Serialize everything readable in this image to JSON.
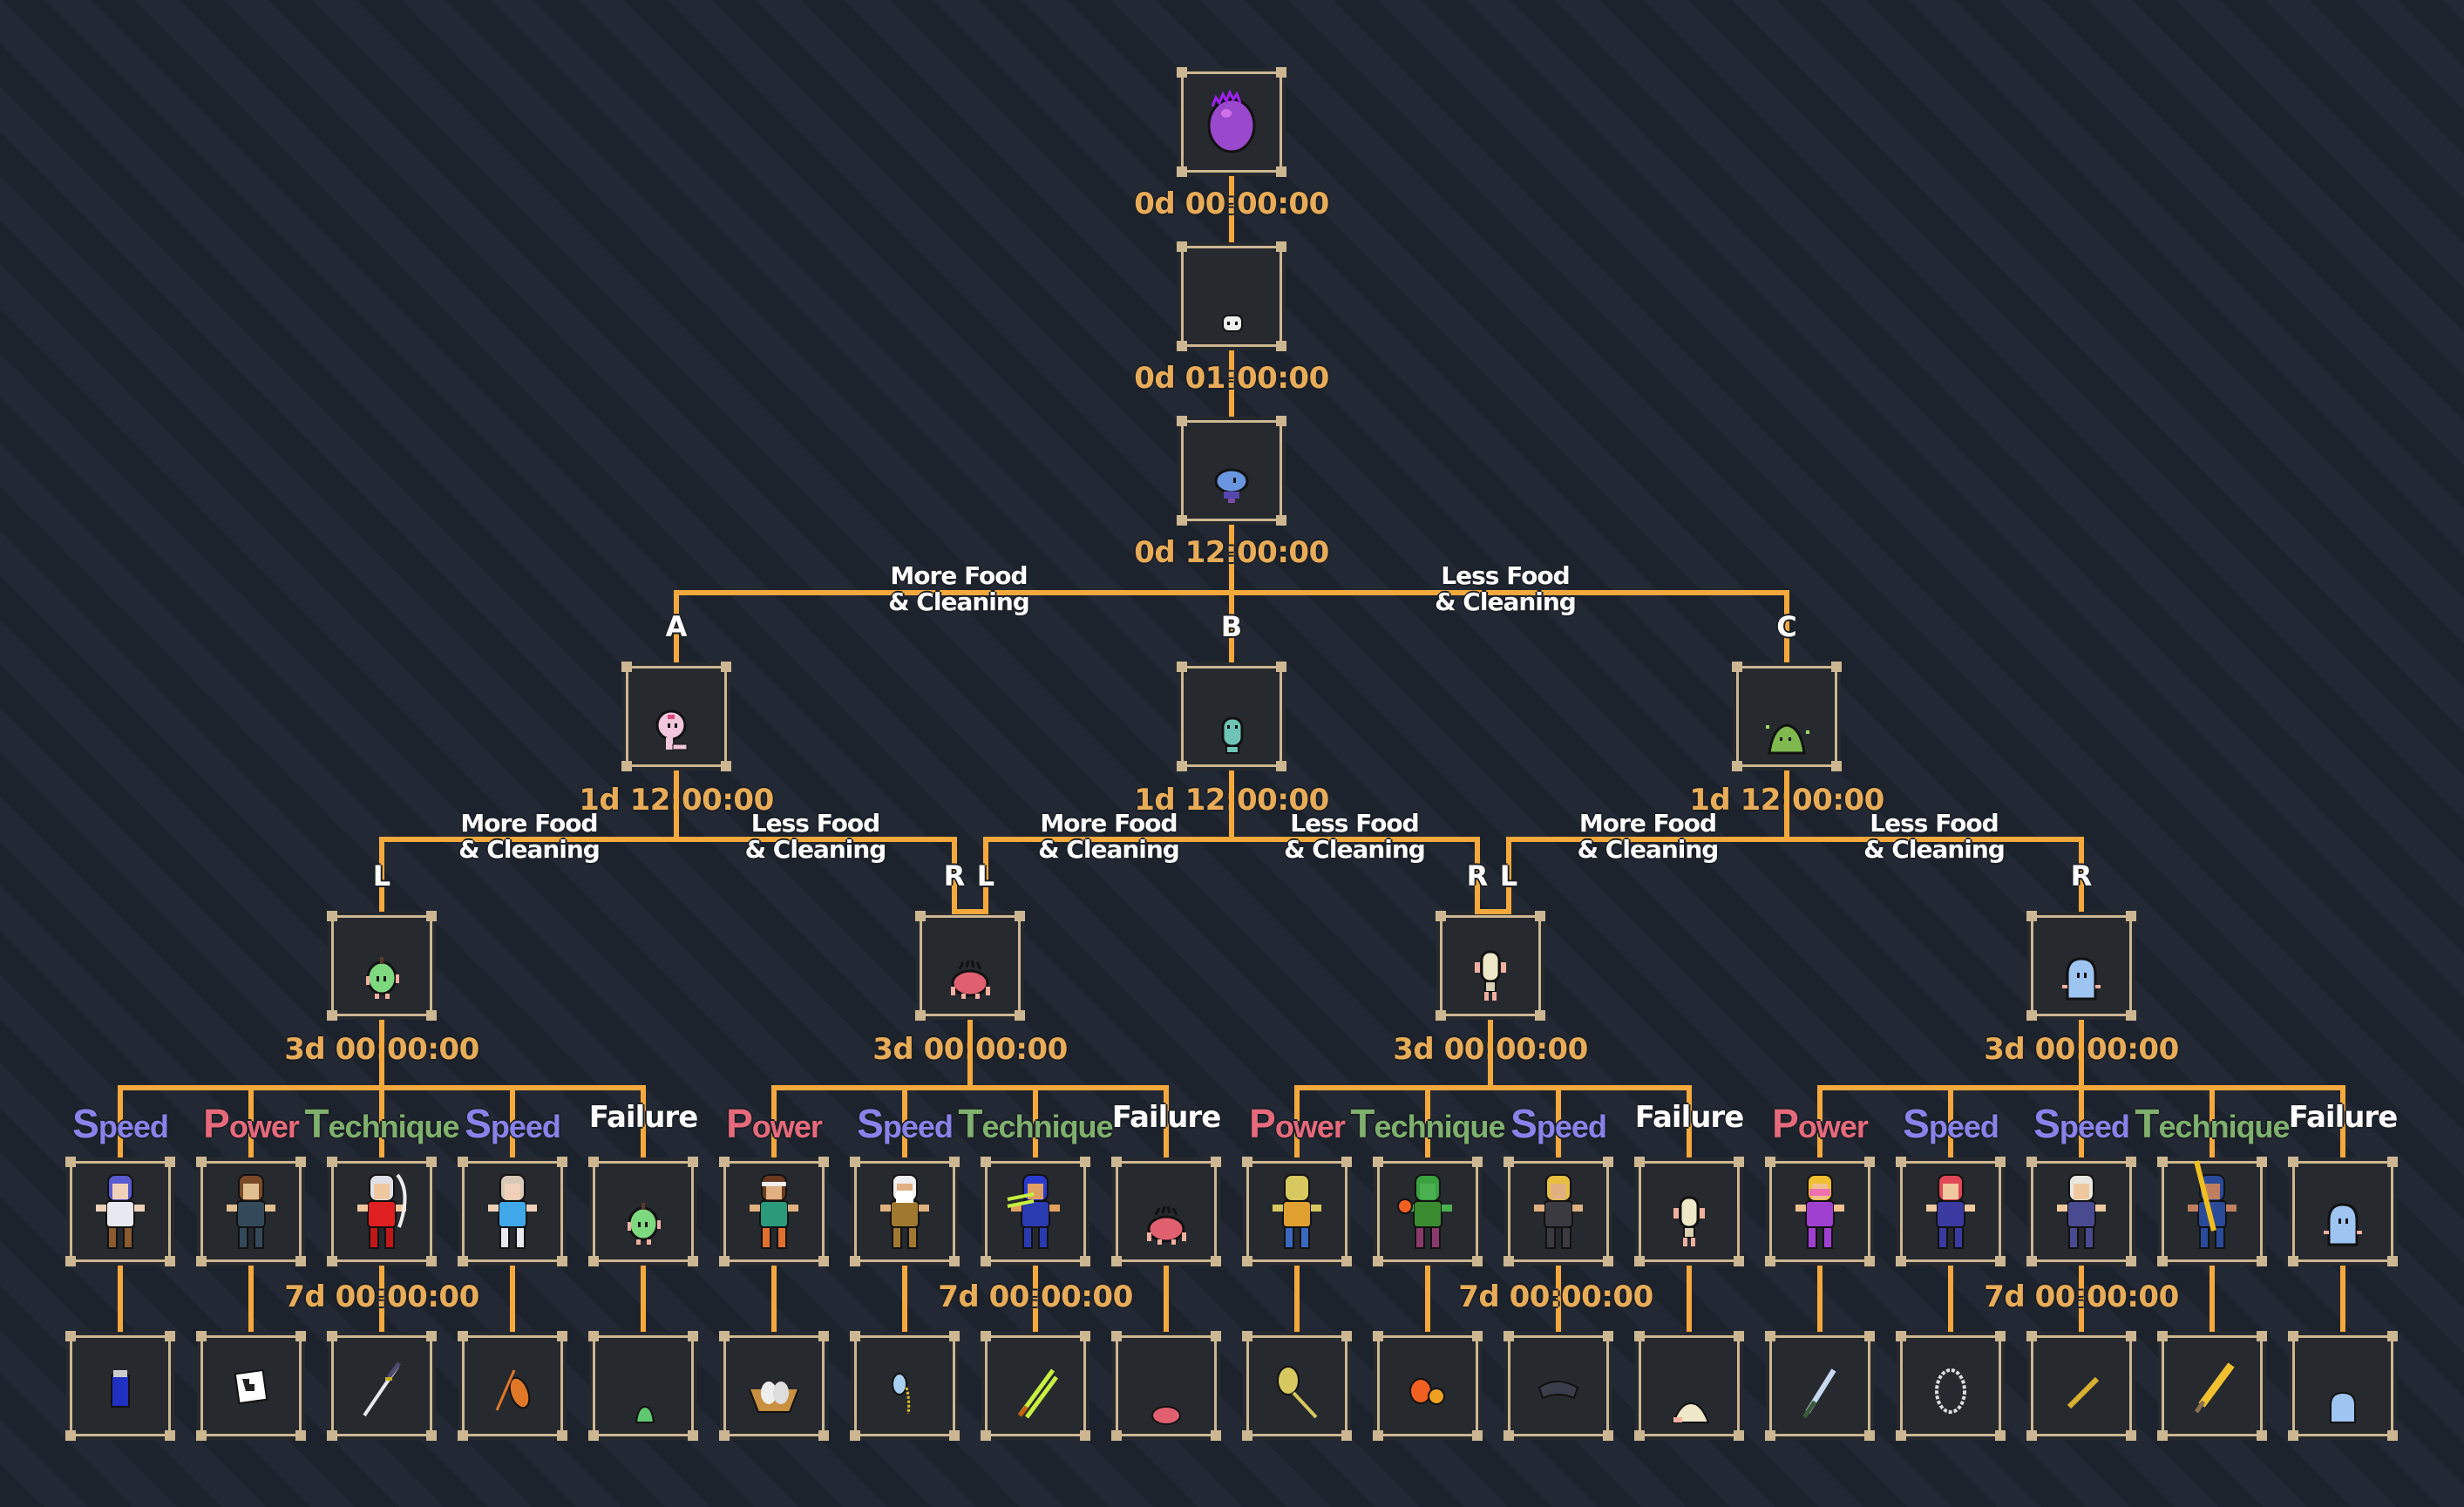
{
  "title": "Digimon evolution tree",
  "colors": {
    "connector": "#f5a93c",
    "time": "#e8ac58",
    "box_border": "#cdb792",
    "box_fill": "#26292e",
    "speed": "#8a82ea",
    "power": "#e66a7c",
    "technique": "#7fb06e",
    "failure": "#ffffff"
  },
  "stages": [
    {
      "id": "egg",
      "sprite": "purple-egg",
      "time": "0d 00:00:00"
    },
    {
      "id": "baby1",
      "sprite": "white-blob",
      "time": "0d 01:00:00"
    },
    {
      "id": "baby2",
      "sprite": "blue-blob",
      "time": "0d 12:00:00"
    }
  ],
  "branches_level1": {
    "left_condition_line1": "More Food",
    "left_condition_line2": "& Cleaning",
    "right_condition_line1": "Less Food",
    "right_condition_line2": "& Cleaning",
    "nodes": [
      {
        "letter": "A",
        "sprite": "pink-sprout",
        "time": "1d 12:00:00"
      },
      {
        "letter": "B",
        "sprite": "teal-sprout",
        "time": "1d 12:00:00"
      },
      {
        "letter": "C",
        "sprite": "green-slime",
        "time": "1d 12:00:00"
      }
    ]
  },
  "branches_level2": {
    "groups": [
      {
        "left_condition_line1": "More Food",
        "left_condition_line2": "& Cleaning",
        "right_condition_line1": "Less Food",
        "right_condition_line2": "& Cleaning"
      },
      {
        "left_condition_line1": "More Food",
        "left_condition_line2": "& Cleaning",
        "right_condition_line1": "Less Food",
        "right_condition_line2": "& Cleaning"
      },
      {
        "left_condition_line1": "More Food",
        "left_condition_line2": "& Cleaning",
        "right_condition_line1": "Less Food",
        "right_condition_line2": "& Cleaning"
      }
    ],
    "nodes": [
      {
        "letter": "L",
        "sprite": "green-pear",
        "time": "3d 00:00:00"
      },
      {
        "letter": "R",
        "sprite": "red-crab",
        "time": "3d 00:00:00"
      },
      {
        "letter": "L",
        "sprite": "bone-figure",
        "time": "3d 00:00:00"
      },
      {
        "letter": "R",
        "sprite": "blue-ghost",
        "time": "3d 00:00:00"
      }
    ],
    "extra_letters": [
      "L",
      "R"
    ]
  },
  "final_time": "7d 00:00:00",
  "finals": [
    {
      "stat": "Speed",
      "stat_cap": "S",
      "stat_rest": "peed",
      "type": "speed",
      "character": "blue-haired-girl",
      "item": "blue-potion-bottle"
    },
    {
      "stat": "Power",
      "stat_cap": "P",
      "stat_rest": "ower",
      "type": "power",
      "character": "brown-haired-student",
      "item": "paper-scroll"
    },
    {
      "stat": "Technique",
      "stat_cap": "T",
      "stat_rest": "echnique",
      "type": "technique",
      "character": "red-coat-swordsman",
      "item": "katana"
    },
    {
      "stat": "Speed",
      "stat_cap": "S",
      "stat_rest": "peed",
      "type": "speed",
      "character": "blue-dress-girl",
      "item": "violin"
    },
    {
      "stat": "Failure",
      "stat_cap": "",
      "stat_rest": "Failure",
      "type": "failure",
      "character": "green-pear",
      "item": "green-slime-remains"
    },
    {
      "stat": "Power",
      "stat_cap": "P",
      "stat_rest": "ower",
      "type": "power",
      "character": "headband-brawler",
      "item": "egg-nest"
    },
    {
      "stat": "Speed",
      "stat_cap": "S",
      "stat_rest": "peed",
      "type": "speed",
      "character": "white-bearded-elder",
      "item": "monocle"
    },
    {
      "stat": "Technique",
      "stat_cap": "T",
      "stat_rest": "echnique",
      "type": "technique",
      "character": "blue-wizard",
      "item": "green-blades"
    },
    {
      "stat": "Failure",
      "stat_cap": "",
      "stat_rest": "Failure",
      "type": "failure",
      "character": "red-crab",
      "item": "red-crab-remains"
    },
    {
      "stat": "Power",
      "stat_cap": "P",
      "stat_rest": "ower",
      "type": "power",
      "character": "yellow-raptor",
      "item": "golden-key"
    },
    {
      "stat": "Technique",
      "stat_cap": "T",
      "stat_rest": "echnique",
      "type": "technique",
      "character": "green-goblin",
      "item": "fire-crystals"
    },
    {
      "stat": "Speed",
      "stat_cap": "S",
      "stat_rest": "peed",
      "type": "speed",
      "character": "blonde-fighter",
      "item": "black-headband"
    },
    {
      "stat": "Failure",
      "stat_cap": "",
      "stat_rest": "Failure",
      "type": "failure",
      "character": "bone-figure",
      "item": "bone-remains"
    },
    {
      "stat": "Power",
      "stat_cap": "P",
      "stat_rest": "ower",
      "type": "power",
      "character": "spiky-haired-purple",
      "item": "dagger"
    },
    {
      "stat": "Speed",
      "stat_cap": "S",
      "stat_rest": "peed",
      "type": "speed",
      "character": "red-haired-ninja",
      "item": "chain-ring"
    },
    {
      "stat": "Speed",
      "stat_cap": "S",
      "stat_rest": "peed",
      "type": "speed",
      "character": "white-haired-rogue",
      "item": "golden-rod"
    },
    {
      "stat": "Technique",
      "stat_cap": "T",
      "stat_rest": "echnique",
      "type": "technique",
      "character": "blue-armored-knight",
      "item": "golden-sword"
    },
    {
      "stat": "Failure",
      "stat_cap": "",
      "stat_rest": "Failure",
      "type": "failure",
      "character": "blue-ghost",
      "item": "blue-ghost-remains"
    }
  ]
}
